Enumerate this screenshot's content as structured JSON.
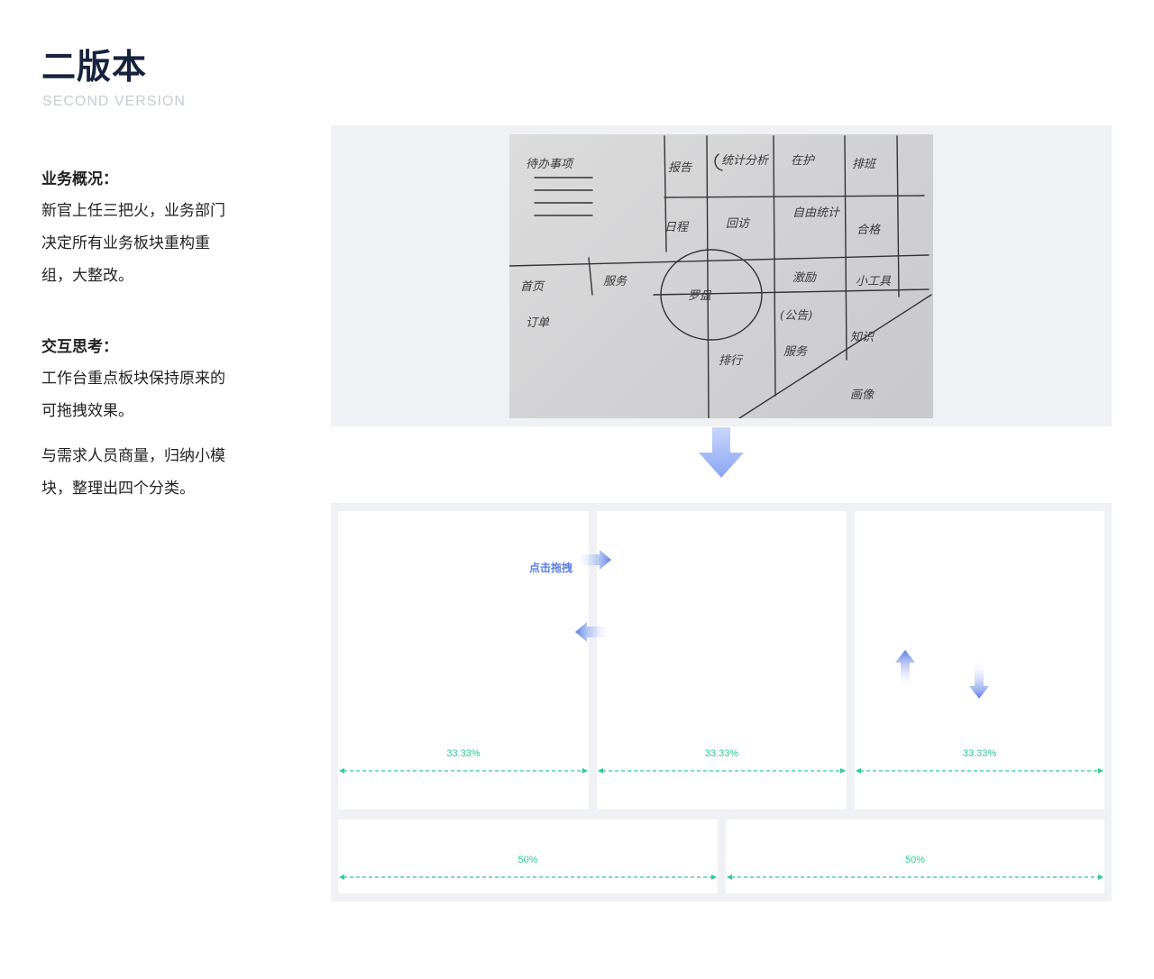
{
  "header": {
    "title": "二版本",
    "subtitle": "SECOND VERSION"
  },
  "business": {
    "heading": "业务概况：",
    "lines": [
      "新官上任三把火，业务部门",
      "决定所有业务板块重构重",
      "组，大整改。"
    ]
  },
  "interaction": {
    "heading": "交互思考：",
    "lines": [
      "工作台重点板块保持原来的",
      "可拖拽效果。"
    ]
  },
  "summary": {
    "lines": [
      "与需求人员商量，归纳小模",
      "块，整理出四个分类。"
    ]
  },
  "layout_demo": {
    "drag_label": "点击拖拽",
    "row1": [
      "33.33%",
      "33.33%",
      "33.33%"
    ],
    "row2": [
      "50%",
      "50%"
    ],
    "accent_color": "#2ecc8f",
    "arrow_color": "#5b7ee5",
    "icons": [
      "arrow-down-icon",
      "arrow-right-icon",
      "arrow-left-icon",
      "arrow-up-icon",
      "arrow-down-small-icon"
    ]
  }
}
